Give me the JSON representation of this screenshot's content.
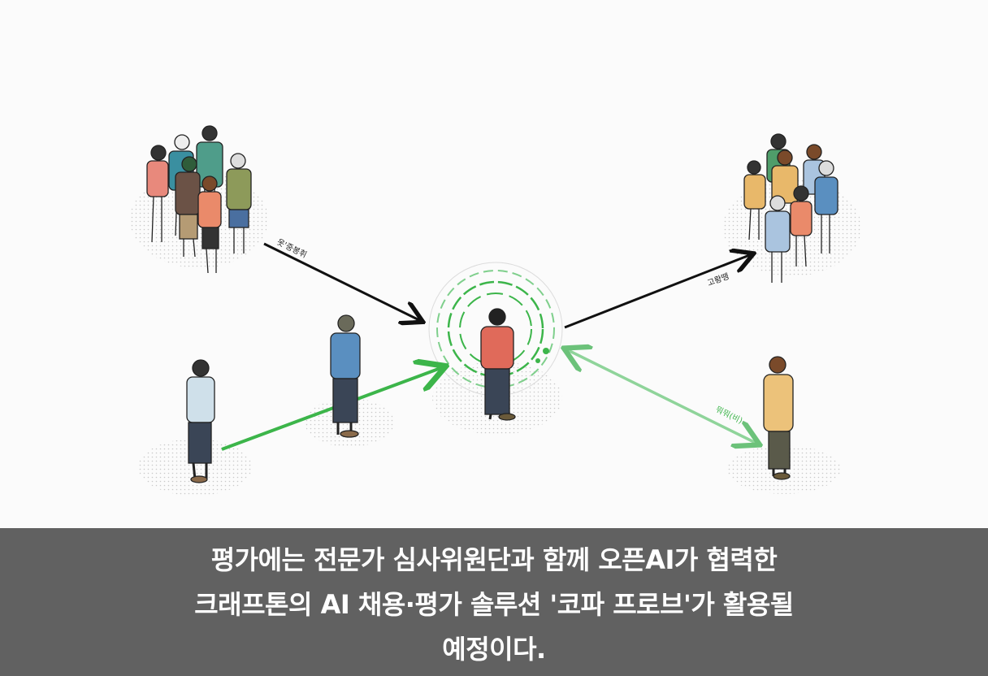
{
  "caption": {
    "lines": [
      "평가에는 전문가 심사위원단과 함께 오픈AI가 협력한",
      "크래프톤의 AI 채용·평가 솔루션 '코파 프로브'가 활용될",
      "예정이다."
    ]
  },
  "arrows": {
    "top_left_label": "옷'중봉휘",
    "top_right_label": "고뢍뗑",
    "bottom_right_label": "뭐뭐(비)"
  },
  "colors": {
    "caption_bg": "#616161",
    "arrow_dark": "#111111",
    "arrow_green": "#3cb54a",
    "arrow_light_green": "#8fd49a",
    "center_shirt": "#e06a5a"
  }
}
